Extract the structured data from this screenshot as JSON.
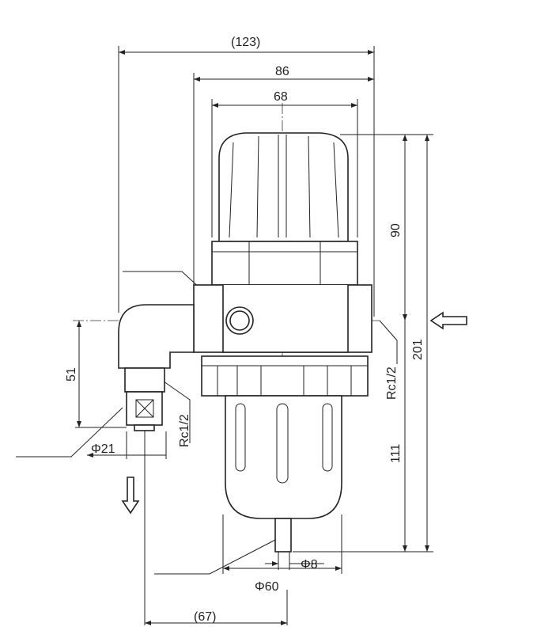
{
  "dimensions": {
    "overall_width": "(123)",
    "body_width": "86",
    "bowl_width": "68",
    "upper_height": "90",
    "total_height": "201",
    "lower_height": "111",
    "drain_offset": "51",
    "port_right": "Rc1/2",
    "port_left": "Rc1/2",
    "drain_diameter": "Φ21",
    "bottom_drain": "Φ8",
    "bowl_diameter": "Φ60",
    "drain_distance": "(67)"
  }
}
